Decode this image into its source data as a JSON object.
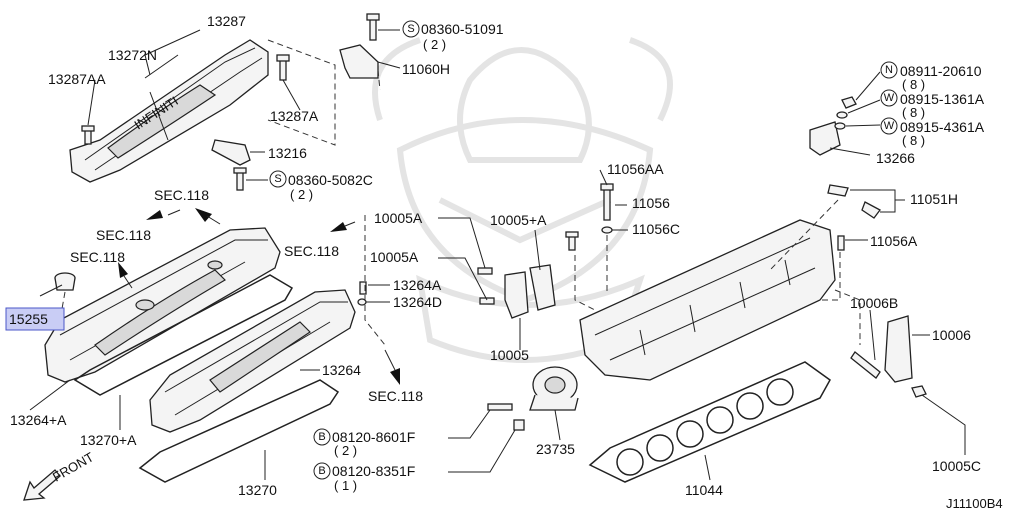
{
  "labels": {
    "p13287": "13287",
    "p13272n": "13272N",
    "p13287aa": "13287AA",
    "p08360_51091": "08360-51091",
    "p08360_51091_qty": "( 2 )",
    "p11060h": "11060H",
    "p13287a": "13287A",
    "p13216": "13216",
    "p08360_5082c": "08360-5082C",
    "p08360_5082c_qty": "( 2 )",
    "sec118_a": "SEC.118",
    "sec118_b": "SEC.118",
    "sec118_c": "SEC.118",
    "sec118_d": "SEC.118",
    "sec118_e": "SEC.118",
    "p15255": "15255",
    "p10005a_1": "10005A",
    "p10005a_2": "10005A",
    "p10005_a": "10005+A",
    "p11056aa": "11056AA",
    "p11056": "11056",
    "p11056c": "11056C",
    "p13264a": "13264A",
    "p13264d": "13264D",
    "p10005": "10005",
    "p13264": "13264",
    "p13264_a": "13264+A",
    "p13270_a": "13270+A",
    "p13270": "13270",
    "p08911_20610": "08911-20610",
    "p08911_qty": "( 8 )",
    "p08915_1361a": "08915-1361A",
    "p08915_1361a_qty": "( 8 )",
    "p08915_4361a": "08915-4361A",
    "p08915_4361a_qty": "( 8 )",
    "p13266": "13266",
    "p11051h": "11051H",
    "p11056a": "11056A",
    "p10006b": "10006B",
    "p10006": "10006",
    "p08120_8601f": "08120-8601F",
    "p08120_8601f_qty": "( 2 )",
    "p08120_8351f": "08120-8351F",
    "p08120_8351f_qty": "( 1 )",
    "p23735": "23735",
    "p11044": "11044",
    "p10005c": "10005C",
    "front": "FRONT",
    "diagram_code": "J11100B4",
    "cover_lettering": "INFINITI"
  },
  "symbols": {
    "s": "S",
    "n": "N",
    "w": "W",
    "b": "B"
  },
  "highlight_color": "#c9cdf5",
  "highlight_border": "#4b57c8"
}
